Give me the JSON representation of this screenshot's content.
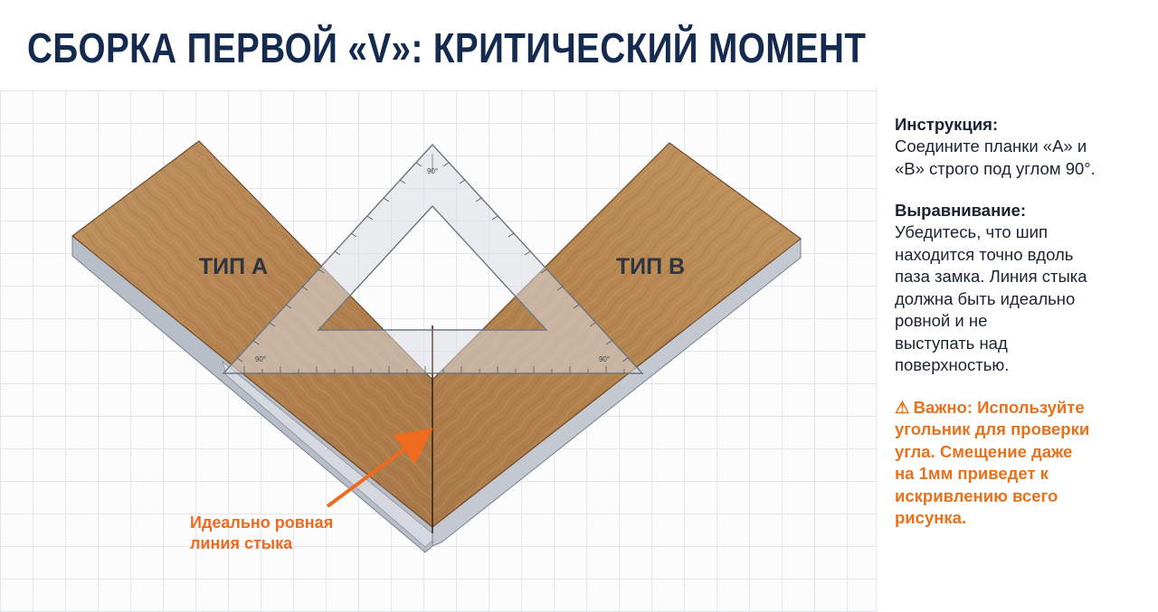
{
  "title": "СБОРКА ПЕРВОЙ «V»: КРИТИЧЕСКИЙ МОМЕНТ",
  "diagram": {
    "plank_a_label": "ТИП А",
    "plank_b_label": "ТИП В",
    "square_top_mark": "90°",
    "square_left_mark": "90°",
    "square_right_mark": "90°",
    "callout_line1": "Идеально ровная",
    "callout_line2": "линия стыка"
  },
  "instructions": {
    "heading1": "Инструкция:",
    "text1_line1": "Соедините планки «А» и",
    "text1_line2": "«В» строго под углом 90°.",
    "heading2": "Выравнивание:",
    "text2_lines": [
      "Убедитесь, что шип",
      "находится точно вдоль",
      "паза замка. Линия стыка",
      "должна быть идеально",
      "ровной и не",
      "выступать над",
      "поверхностью."
    ],
    "warning_icon": "⚠",
    "warning_lines": [
      "Важно: Используйте",
      "угольник для проверки",
      "угла. Смещение даже",
      "на 1мм приведет к",
      "искривлению всего",
      "рисунка."
    ]
  },
  "colors": {
    "title": "#142a4e",
    "accent_orange": "#ee6a1f",
    "wood": "#b68656"
  }
}
